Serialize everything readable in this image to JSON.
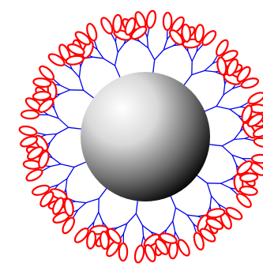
{
  "figure": {
    "subject": "dendrimer-coated-nanoparticle",
    "core": {
      "count": 1,
      "style": "radial-gradient-sphere",
      "color_highlight": "#ffffff",
      "color_shadow": "#000000"
    },
    "dendrons": {
      "count": 12,
      "color": "#0000ee",
      "branch_levels": 3
    },
    "terminal_groups": {
      "count_per_tip": 1,
      "style": "ellipse",
      "stroke_color": "#ff0000",
      "fill_color": "#ffffff"
    },
    "background_color": "#ffffff"
  }
}
